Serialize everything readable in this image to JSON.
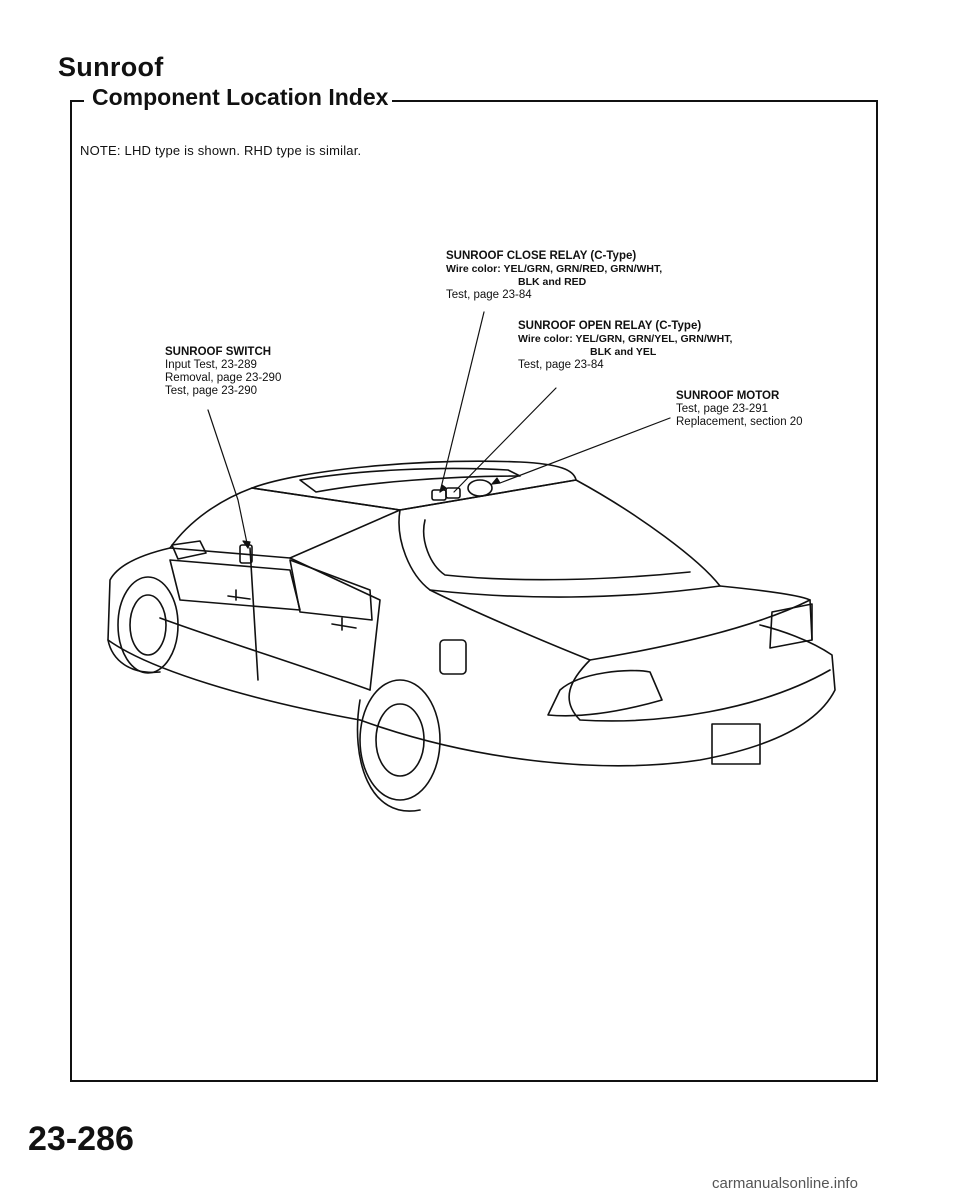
{
  "page": {
    "title": "Sunroof",
    "section_title": "Component Location Index",
    "note": "NOTE:  LHD type is shown. RHD type is similar.",
    "page_number": "23-286",
    "watermark": "carmanualsonline.info"
  },
  "callouts": {
    "close_relay": {
      "title": "SUNROOF CLOSE RELAY (C-Type)",
      "wire_line1": "Wire color: YEL/GRN, GRN/RED, GRN/WHT,",
      "wire_line2": "BLK and RED",
      "test": "Test, page 23-84"
    },
    "open_relay": {
      "title": "SUNROOF OPEN RELAY (C-Type)",
      "wire_line1": "Wire color: YEL/GRN, GRN/YEL, GRN/WHT,",
      "wire_line2": "BLK and YEL",
      "test": "Test, page 23-84"
    },
    "switch": {
      "title": "SUNROOF SWITCH",
      "input_test": "Input Test, 23-289",
      "removal": "Removal, page 23-290",
      "test": "Test, page 23-290"
    },
    "motor": {
      "title": "SUNROOF MOTOR",
      "test": "Test, page 23-291",
      "replacement": "Replacement, section 20"
    }
  }
}
